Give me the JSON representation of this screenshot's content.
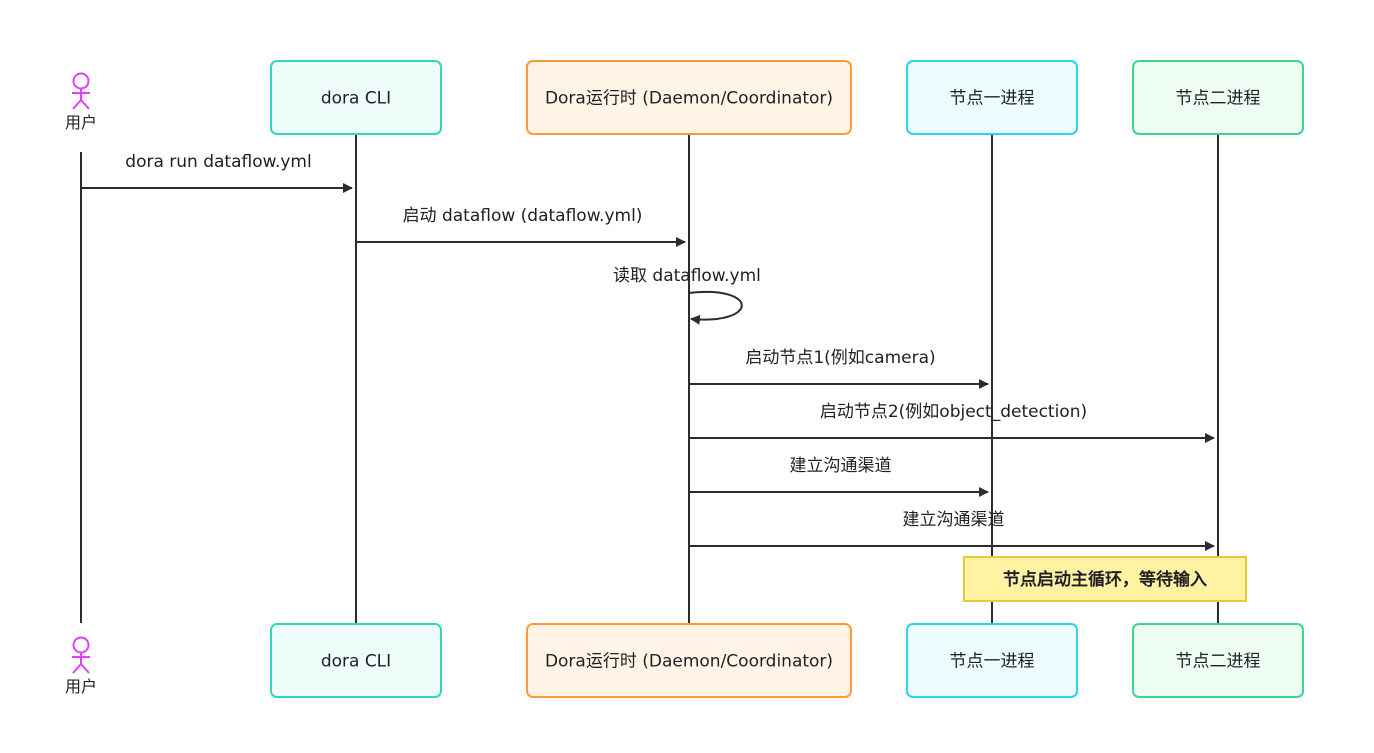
{
  "participants": [
    {
      "id": "user",
      "label": "用户",
      "kind": "actor",
      "color": "#e040fb"
    },
    {
      "id": "cli",
      "label": "dora CLI",
      "kind": "box",
      "stroke": "#33d6b8",
      "fill": "#eefdf9"
    },
    {
      "id": "runtime",
      "label": "Dora运行时 (Daemon/Coordinator)",
      "kind": "box",
      "stroke": "#ff9a3c",
      "fill": "#fff4e6"
    },
    {
      "id": "node1",
      "label": "节点一进程",
      "kind": "box",
      "stroke": "#2ed1f0",
      "fill": "#ecfcff"
    },
    {
      "id": "node2",
      "label": "节点二进程",
      "kind": "box",
      "stroke": "#3dd68c",
      "fill": "#edfdf3"
    }
  ],
  "messages": [
    {
      "from": "user",
      "to": "cli",
      "label": "dora run dataflow.yml"
    },
    {
      "from": "cli",
      "to": "runtime",
      "label": "启动 dataflow (dataflow.yml)"
    },
    {
      "from": "runtime",
      "to": "runtime",
      "label": "读取 dataflow.yml",
      "self": true
    },
    {
      "from": "runtime",
      "to": "node1",
      "label": "启动节点1(例如camera)"
    },
    {
      "from": "runtime",
      "to": "node2",
      "label": "启动节点2(例如object_detection)"
    },
    {
      "from": "runtime",
      "to": "node1",
      "label": "建立沟通渠道"
    },
    {
      "from": "runtime",
      "to": "node2",
      "label": "建立沟通渠道"
    }
  ],
  "note": {
    "over": [
      "node1",
      "node2"
    ],
    "text": "节点启动主循环，等待输入",
    "fill": "#fff3a3",
    "stroke": "#e6c93a"
  },
  "colors": {
    "line": "#2b2b33",
    "text": "#1f1f24"
  }
}
